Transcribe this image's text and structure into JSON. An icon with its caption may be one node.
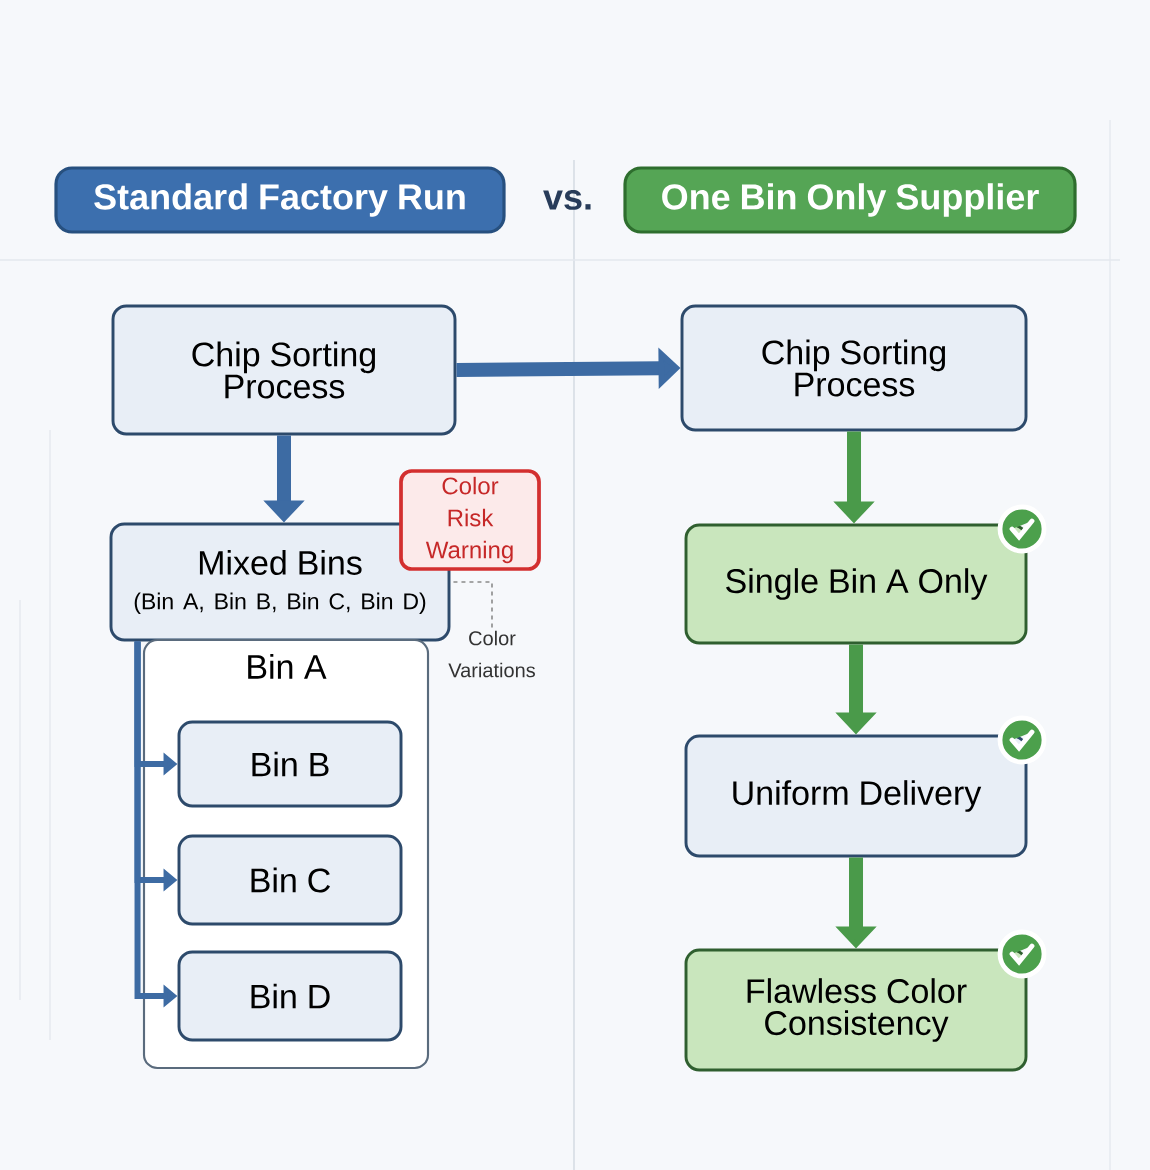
{
  "diagram": {
    "nodes": [
      {
        "text": [
          "Standard Factory Run"
        ]
      },
      {
        "text": [
          "One Bin Only Supplier"
        ]
      },
      {
        "text": [
          "Chip Sorting Process"
        ]
      },
      {
        "text": [
          "Mixed Bins",
          "(Bin A, Bin B, Bin C, Bin D)"
        ]
      },
      {
        "text": [
          "Bin A"
        ]
      },
      {
        "text": [
          "Bin B"
        ],
        "in": 4
      },
      {
        "text": [
          "Bin C"
        ],
        "in": 4
      },
      {
        "text": [
          "Bin D"
        ],
        "in": 4
      },
      {
        "text": [
          "Color Risk Warning"
        ]
      },
      {
        "text": [
          "Color Variations"
        ]
      },
      {
        "text": [
          "Chip Sorting Process"
        ]
      },
      {
        "text": [
          "Single Bin A Only"
        ]
      },
      {
        "text": [
          "Uniform Delivery"
        ]
      },
      {
        "text": [
          "Flawless Color Consistency"
        ]
      }
    ],
    "edges": [
      {
        "from": 2,
        "to": 10,
        "arrow": "to"
      },
      {
        "from": 2,
        "to": 3,
        "arrow": "to"
      },
      {
        "from": 3,
        "to": 5,
        "arrow": "to"
      },
      {
        "from": 3,
        "to": 6,
        "arrow": "to"
      },
      {
        "from": 3,
        "to": 7,
        "arrow": "to"
      },
      {
        "from": 10,
        "to": 11,
        "arrow": "to",
        "color": "#4a9a4a"
      },
      {
        "from": 11,
        "to": 12,
        "arrow": "to",
        "color": "#4a9a4a"
      },
      {
        "from": 12,
        "to": 13,
        "arrow": "to",
        "color": "#4a9a4a"
      },
      {
        "from": 9,
        "to": 3,
        "arrow": "none",
        "style": "dashed",
        "color": "#8a8a8a"
      }
    ],
    "labels": [
      "vs."
    ]
  }
}
